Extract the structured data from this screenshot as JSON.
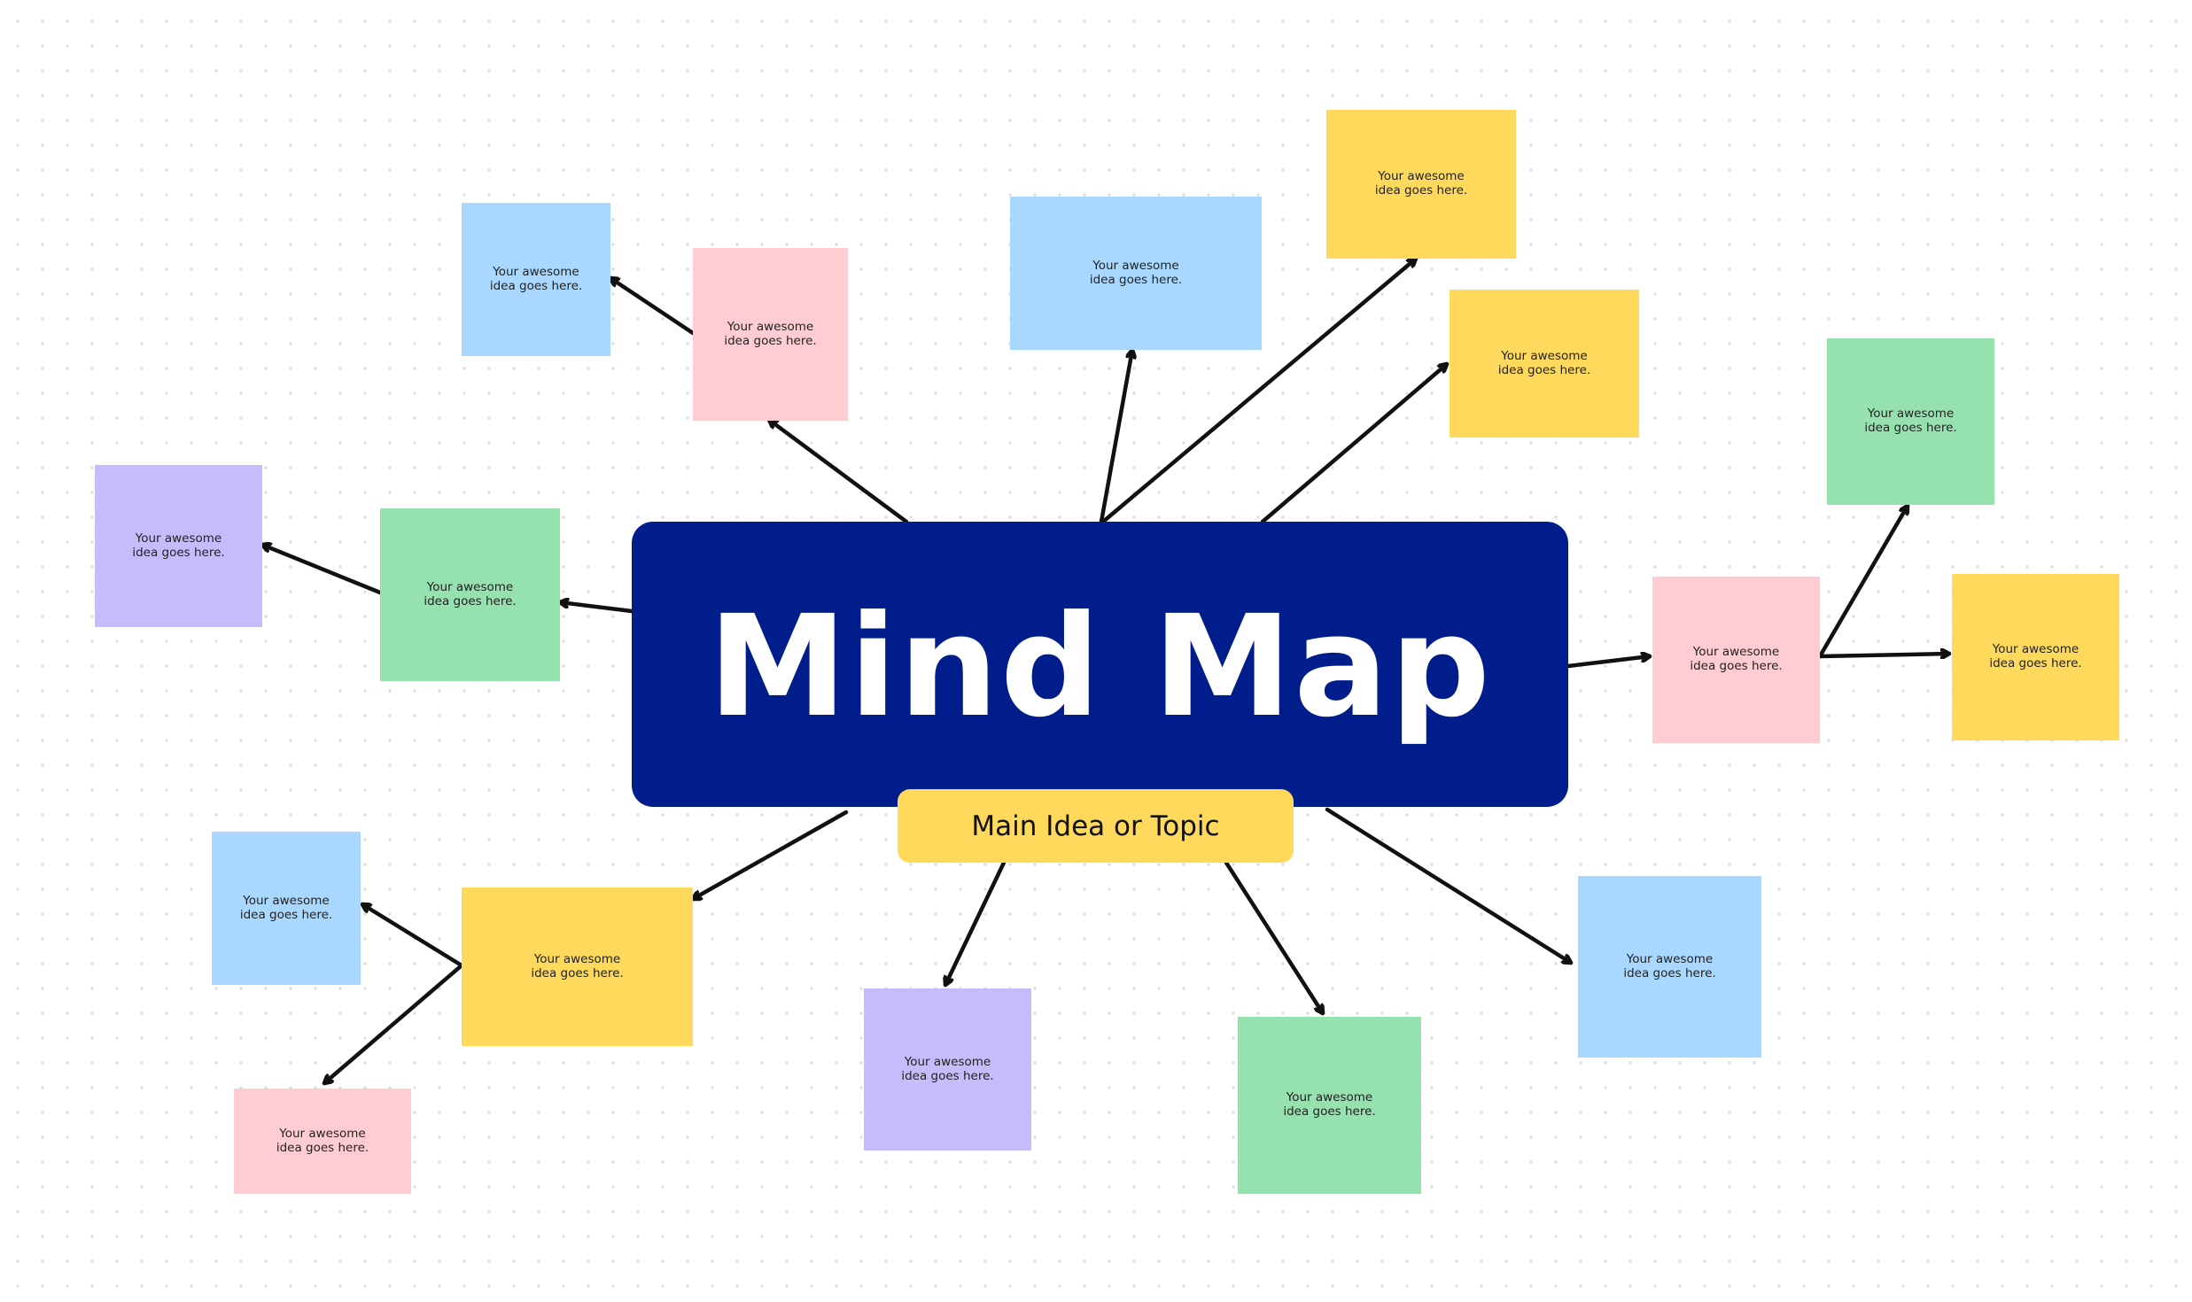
{
  "colors": {
    "center": "#001d8c",
    "subtitle": "#ffd95c",
    "blue": "#a8d8ff",
    "pink": "#ffccd2",
    "yellow": "#ffd95c",
    "green": "#96e2ae",
    "purple": "#c5bdfb",
    "arrow": "#111111"
  },
  "center": {
    "title": "Mind Map",
    "subtitle": "Main Idea or Topic"
  },
  "notes": [
    {
      "id": "note-1",
      "color": "blue",
      "text": "Your awesome\nidea goes here."
    },
    {
      "id": "note-2",
      "color": "pink",
      "text": "Your awesome\nidea goes here."
    },
    {
      "id": "note-3",
      "color": "blue",
      "text": "Your awesome\nidea goes here."
    },
    {
      "id": "note-4",
      "color": "yellow",
      "text": "Your awesome\nidea goes here."
    },
    {
      "id": "note-5",
      "color": "yellow",
      "text": "Your awesome\nidea goes here."
    },
    {
      "id": "note-6",
      "color": "green",
      "text": "Your awesome\nidea goes here."
    },
    {
      "id": "note-7",
      "color": "purple",
      "text": "Your awesome\nidea goes here."
    },
    {
      "id": "note-8",
      "color": "green",
      "text": "Your awesome\nidea goes here."
    },
    {
      "id": "note-9",
      "color": "pink",
      "text": "Your awesome\nidea goes here."
    },
    {
      "id": "note-10",
      "color": "yellow",
      "text": "Your awesome\nidea goes here."
    },
    {
      "id": "note-11",
      "color": "blue",
      "text": "Your awesome\nidea goes here."
    },
    {
      "id": "note-12",
      "color": "yellow",
      "text": "Your awesome\nidea goes here."
    },
    {
      "id": "note-13",
      "color": "pink",
      "text": "Your awesome\nidea goes here."
    },
    {
      "id": "note-14",
      "color": "purple",
      "text": "Your awesome\nidea goes here."
    },
    {
      "id": "note-15",
      "color": "green",
      "text": "Your awesome\nidea goes here."
    },
    {
      "id": "note-16",
      "color": "blue",
      "text": "Your awesome\nidea goes here."
    }
  ],
  "connections": [
    {
      "from": "center",
      "to": "note-2"
    },
    {
      "from": "note-2",
      "to": "note-1"
    },
    {
      "from": "center",
      "to": "note-3"
    },
    {
      "from": "center",
      "to": "note-4"
    },
    {
      "from": "center",
      "to": "note-5"
    },
    {
      "from": "center",
      "to": "note-8"
    },
    {
      "from": "note-8",
      "to": "note-7"
    },
    {
      "from": "center",
      "to": "note-9"
    },
    {
      "from": "note-9",
      "to": "note-6"
    },
    {
      "from": "note-9",
      "to": "note-10"
    },
    {
      "from": "center",
      "to": "note-12"
    },
    {
      "from": "note-12",
      "to": "note-11"
    },
    {
      "from": "note-12",
      "to": "note-13"
    },
    {
      "from": "subtitle",
      "to": "note-14"
    },
    {
      "from": "subtitle",
      "to": "note-15"
    },
    {
      "from": "center",
      "to": "note-16"
    }
  ]
}
